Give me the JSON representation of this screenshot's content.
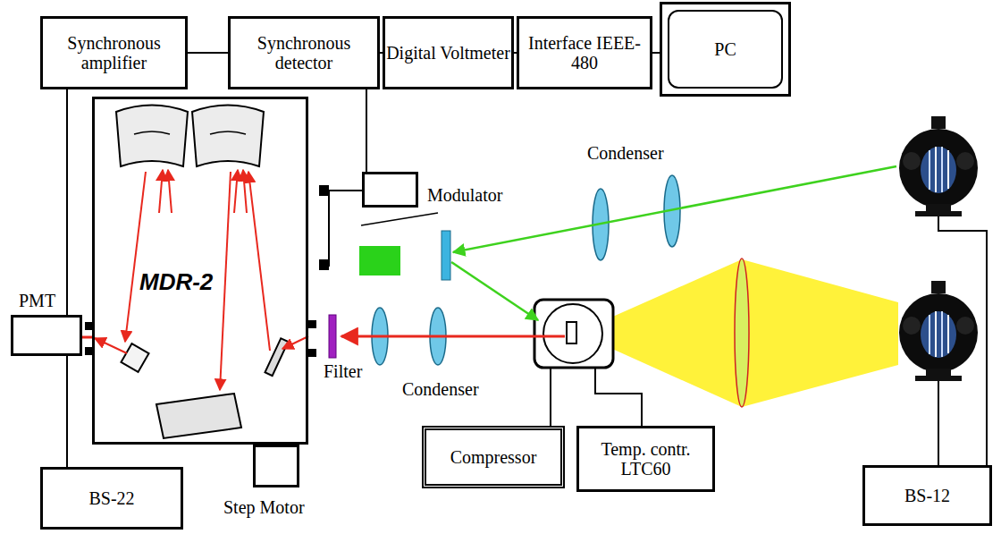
{
  "diagram": {
    "nodes": [
      {
        "text": [
          "Synchronous amplifier"
        ]
      },
      {
        "text": [
          "Synchronous detector"
        ]
      },
      {
        "text": [
          "Digital Voltmeter"
        ]
      },
      {
        "text": [
          "Interface IEEE-480"
        ]
      },
      {
        "text": [
          "PC"
        ]
      },
      {
        "text": [
          "MDR-2"
        ]
      },
      {
        "text": [
          "PMT"
        ]
      },
      {
        "text": [
          "Modulator"
        ]
      },
      {
        "text": [
          "Step Motor"
        ]
      },
      {
        "text": [
          "Compressor"
        ]
      },
      {
        "text": [
          "Temp. contr. LTC60"
        ]
      },
      {
        "text": [
          "BS-22"
        ]
      },
      {
        "text": [
          "BS-12"
        ]
      }
    ],
    "edges": [
      {
        "from": 0,
        "to": 1,
        "arrow": "none"
      },
      {
        "from": 1,
        "to": 2,
        "arrow": "none"
      },
      {
        "from": 2,
        "to": 3,
        "arrow": "none"
      },
      {
        "from": 3,
        "to": 4,
        "arrow": "none"
      },
      {
        "from": 0,
        "to": 6,
        "arrow": "none"
      },
      {
        "from": 1,
        "to": 7,
        "arrow": "none"
      },
      {
        "from": 6,
        "to": 11,
        "arrow": "none"
      }
    ],
    "labels": [
      "Condenser",
      "Filter",
      "Condenser"
    ]
  }
}
